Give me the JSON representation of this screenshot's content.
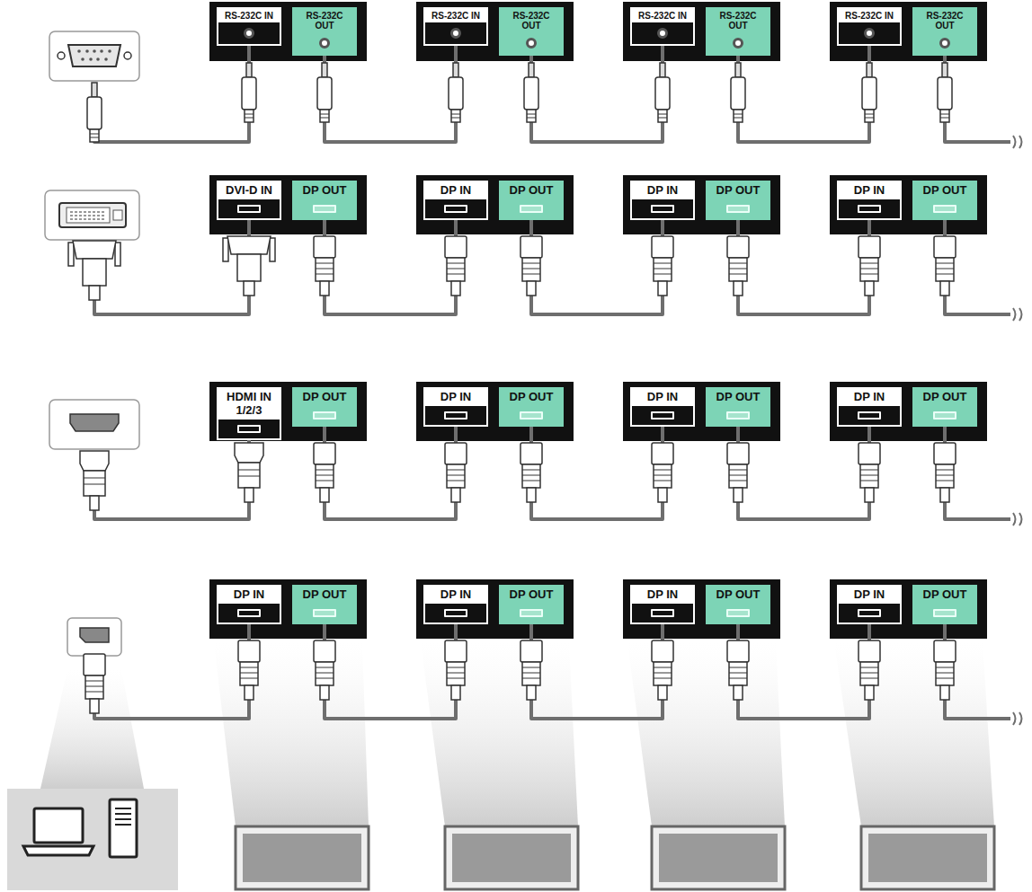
{
  "diagram": {
    "nodes": [
      {
        "text": [
          "RS-232C IN"
        ]
      },
      {
        "text": [
          "RS-232C OUT"
        ]
      },
      {
        "text": [
          "RS-232C IN"
        ]
      },
      {
        "text": [
          "RS-232C OUT"
        ]
      },
      {
        "text": [
          "RS-232C IN"
        ]
      },
      {
        "text": [
          "RS-232C OUT"
        ]
      },
      {
        "text": [
          "RS-232C IN"
        ]
      },
      {
        "text": [
          "RS-232C OUT"
        ]
      },
      {
        "text": [
          "DVI-D IN"
        ]
      },
      {
        "text": [
          "DP OUT"
        ]
      },
      {
        "text": [
          "DP IN"
        ]
      },
      {
        "text": [
          "DP OUT"
        ]
      },
      {
        "text": [
          "DP IN"
        ]
      },
      {
        "text": [
          "DP OUT"
        ]
      },
      {
        "text": [
          "DP IN"
        ]
      },
      {
        "text": [
          "DP OUT"
        ]
      },
      {
        "text": [
          "HDMI IN 1/2/3"
        ]
      },
      {
        "text": [
          "DP OUT"
        ]
      },
      {
        "text": [
          "DP IN"
        ]
      },
      {
        "text": [
          "DP OUT"
        ]
      },
      {
        "text": [
          "DP IN"
        ]
      },
      {
        "text": [
          "DP OUT"
        ]
      },
      {
        "text": [
          "DP IN"
        ]
      },
      {
        "text": [
          "DP OUT"
        ]
      },
      {
        "text": [
          "DP IN"
        ]
      },
      {
        "text": [
          "DP OUT"
        ]
      },
      {
        "text": [
          "DP IN"
        ]
      },
      {
        "text": [
          "DP OUT"
        ]
      },
      {
        "text": [
          "DP IN"
        ]
      },
      {
        "text": [
          "DP OUT"
        ]
      },
      {
        "text": [
          "DP IN"
        ]
      },
      {
        "text": [
          "DP OUT"
        ]
      }
    ],
    "edges": [
      {
        "from": 1,
        "to": 2,
        "arrow": "none"
      },
      {
        "from": 3,
        "to": 4,
        "arrow": "none"
      },
      {
        "from": 5,
        "to": 6,
        "arrow": "none"
      },
      {
        "from": 9,
        "to": 10,
        "arrow": "none"
      },
      {
        "from": 11,
        "to": 12,
        "arrow": "none"
      },
      {
        "from": 13,
        "to": 14,
        "arrow": "none"
      },
      {
        "from": 17,
        "to": 18,
        "arrow": "none"
      },
      {
        "from": 19,
        "to": 20,
        "arrow": "none"
      },
      {
        "from": 21,
        "to": 22,
        "arrow": "none"
      },
      {
        "from": 25,
        "to": 26,
        "arrow": "none"
      },
      {
        "from": 27,
        "to": 28,
        "arrow": "none"
      },
      {
        "from": 29,
        "to": 30,
        "arrow": "none"
      }
    ]
  }
}
